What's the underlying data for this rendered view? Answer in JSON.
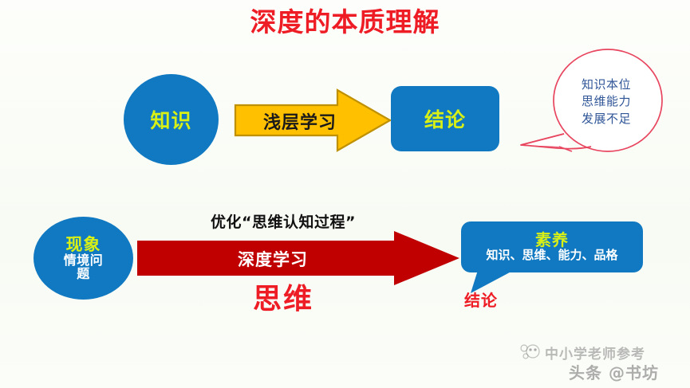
{
  "slide": {
    "title": "深度的本质理解",
    "background_color": "#fbfdf7",
    "title_color": "#ee1c25"
  },
  "top_flow": {
    "start_node": {
      "label": "知识",
      "shape": "circle",
      "fill": "#1179c1",
      "text_color": "#d8f016"
    },
    "arrow": {
      "label": "浅层学习",
      "fill": "#ffc000",
      "border": "#bf9000",
      "text_color": "#1a1a1a"
    },
    "end_node": {
      "label": "结论",
      "shape": "rounded-rect",
      "fill": "#1179c1",
      "text_color": "#d8f016"
    },
    "speech_bubble": {
      "lines": [
        "知识本位",
        "思维能力",
        "发展不足"
      ],
      "outline_color": "#e8455f",
      "text_color": "#2f5597"
    }
  },
  "bottom_flow": {
    "start_node": {
      "label_main": "现象",
      "label_sub_lines": [
        "情境问",
        "题"
      ],
      "shape": "circle",
      "fill": "#1179c1",
      "main_text_color": "#d8f016",
      "sub_text_color": "#ffffff"
    },
    "above_arrow_label": "优化“思维认知过程”",
    "arrow": {
      "label": "深度学习",
      "fill": "#c00000",
      "text_color": "#ffffff"
    },
    "below_arrow_label": "思维",
    "below_arrow_label_color": "#ee1c25",
    "end_node": {
      "label_main": "素养",
      "label_sub": "知识、思维、能力、品格",
      "shape": "callout-rounded-rect",
      "fill": "#1179c1",
      "main_text_color": "#d8f016",
      "sub_text_color": "#ffffff"
    },
    "end_node_caption": "结论",
    "end_node_caption_color": "#ee1c25"
  },
  "watermarks": {
    "line1": "中小学老师参考",
    "line2": "头条 @书坊"
  }
}
